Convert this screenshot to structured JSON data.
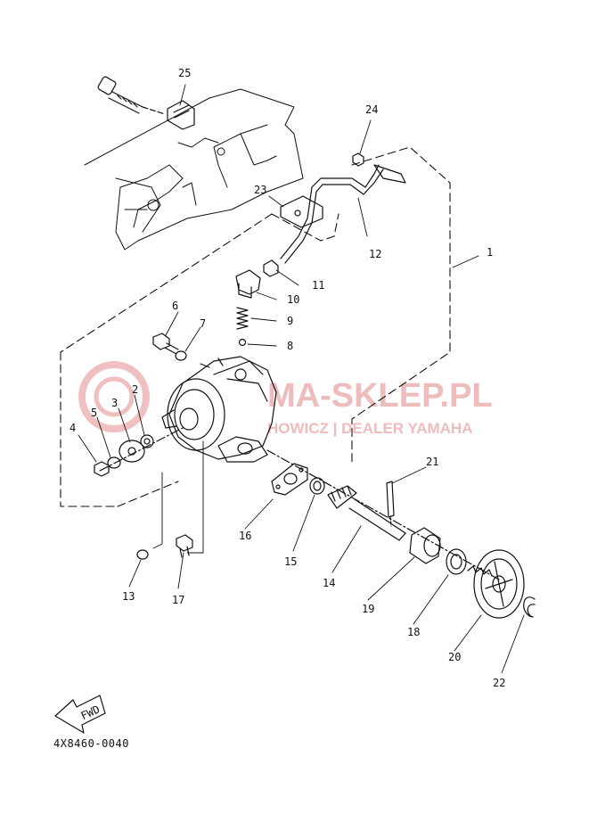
{
  "watermark": {
    "main": "MA-SKLEP.PL",
    "sub": "HOWICZ | DEALER YAMAHA",
    "color": "#e8a0a0"
  },
  "part_labels": [
    "1",
    "2",
    "3",
    "4",
    "5",
    "6",
    "7",
    "8",
    "9",
    "10",
    "11",
    "12",
    "13",
    "14",
    "15",
    "16",
    "17",
    "18",
    "19",
    "20",
    "21",
    "22",
    "23",
    "24",
    "25"
  ],
  "fwd_label": "FWD",
  "drawing_code": "4X8460-0040"
}
